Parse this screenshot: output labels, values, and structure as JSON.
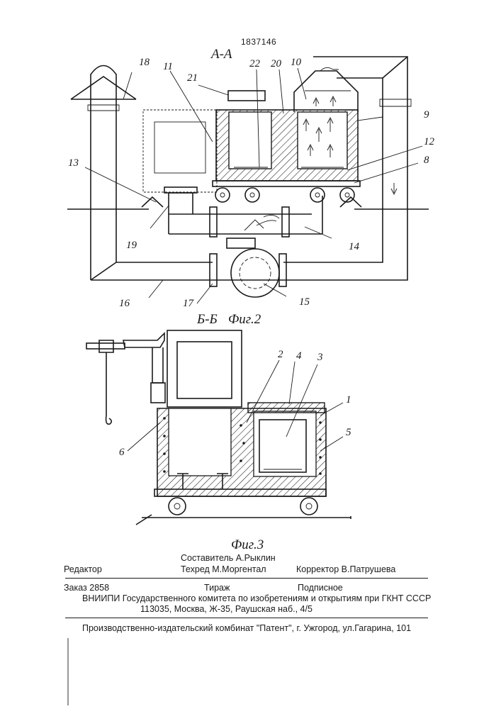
{
  "patent_number": "1837146",
  "section_a": "A-A",
  "section_b": "Б-Б",
  "fig2_caption": "Фиг.2",
  "fig3_caption": "Фиг.3",
  "fig2_labels": {
    "n18": "18",
    "n11": "11",
    "n21": "21",
    "n22": "22",
    "n20": "20",
    "n10": "10",
    "n9": "9",
    "n12": "12",
    "n8": "8",
    "n13": "13",
    "n19": "19",
    "n14": "14",
    "n16": "16",
    "n17": "17",
    "n15": "15"
  },
  "fig3_labels": {
    "n2": "2",
    "n4": "4",
    "n3": "3",
    "n1": "1",
    "n5": "5",
    "n6": "6"
  },
  "credits": {
    "editor": "Редактор",
    "compiler": "Составитель А.Рыклин",
    "techred": "Техред М.Моргентал",
    "corrector": "Корректор  В.Патрушева",
    "order": "Заказ  2858",
    "circulation": "Тираж",
    "subscription": "Подписное",
    "vniipi": "ВНИИПИ Государственного комитета по изобретениям и открытиям при ГКНТ СССР",
    "address": "113035, Москва, Ж-35, Раушская наб., 4/5",
    "publisher": "Производственно-издательский комбинат \"Патент\", г. Ужгород, ул.Гагарина, 101"
  }
}
